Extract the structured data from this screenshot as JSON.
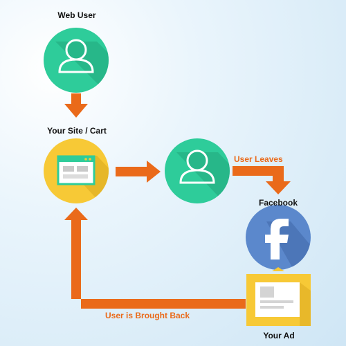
{
  "nodes": {
    "web_user": {
      "label": "Web User"
    },
    "site_cart": {
      "label": "Your Site / Cart"
    },
    "facebook": {
      "label": "Facebook"
    },
    "your_ad": {
      "label": "Your Ad"
    }
  },
  "edges": {
    "user_leaves": {
      "label": "User Leaves"
    },
    "user_brought_back": {
      "label": "User is Brought Back"
    }
  },
  "colors": {
    "user_green": "#2ecc9a",
    "site_yellow": "#f7c936",
    "facebook_blue": "#5b88cc",
    "arrow_orange": "#ea6a1a"
  }
}
